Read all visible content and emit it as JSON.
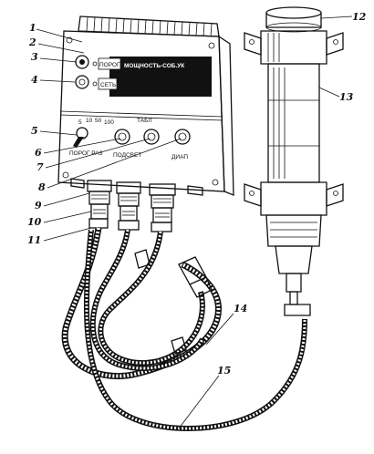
{
  "figure": {
    "callouts": [
      "1",
      "2",
      "3",
      "4",
      "5",
      "6",
      "7",
      "8",
      "9",
      "10",
      "11",
      "12",
      "13",
      "14",
      "15"
    ],
    "panel": {
      "power_label": "МОЩНОСТЬ-СОБ.УК",
      "porog_label": "ПОРОГ",
      "set_label": "СЕТЬ",
      "porog_scale_label": "ПОРОГ РАЗ",
      "scale_ticks": [
        "5",
        "10",
        "50",
        "100"
      ],
      "podsvet_label": "ПОДСВЕТ",
      "tabl_label": "ТАБЛ",
      "range_label": "ДИАП"
    }
  }
}
